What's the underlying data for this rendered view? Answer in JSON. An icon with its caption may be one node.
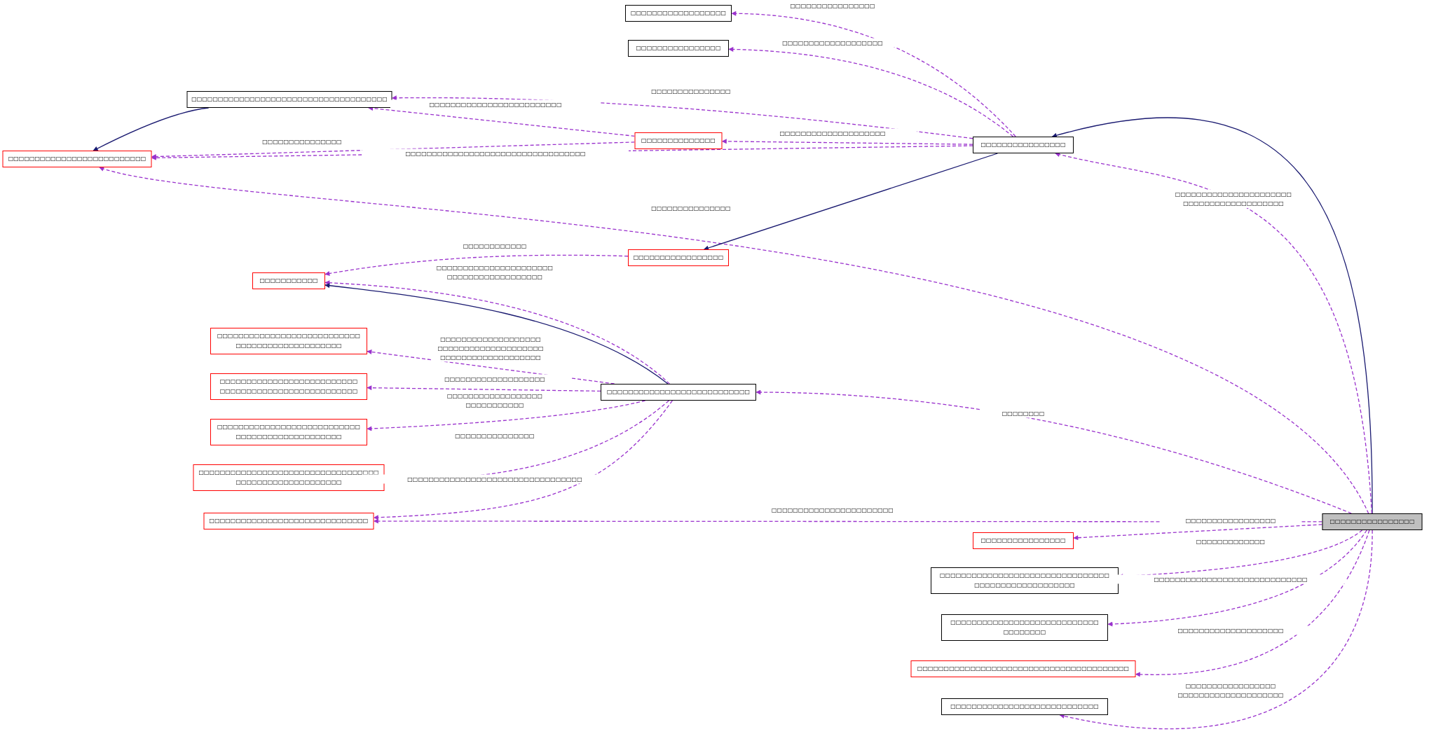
{
  "diagram": {
    "nodes": [
      {
        "text": [
          "□□□□□□□□□□□□□□□□□□"
        ]
      },
      {
        "text": [
          "□□□□□□□□□□□□□□□□"
        ]
      },
      {
        "text": [
          "□□□□□□□□□□□□□□□□□□□□□□□□□□□□□□□□□□□□□"
        ]
      },
      {
        "text": [
          "□□□□□□□□□□□□□□□□□□□□□□□□□□"
        ]
      },
      {
        "text": [
          "□□□□□□□□□□□□□□"
        ]
      },
      {
        "text": [
          "□□□□□□□□□□□□□□□□"
        ]
      },
      {
        "text": [
          "□□□□□□□□□□□□□□□□□"
        ]
      },
      {
        "text": [
          "□□□□□□□□□□□"
        ]
      },
      {
        "text": [
          "□□□□□□□□□□□□□□□□□□□□□□□□□□□ □□□□□□□□□□□□□□□□□□□□"
        ]
      },
      {
        "text": [
          "□□□□□□□□□□□□□□□□□□□□□□□□□□ □□□□□□□□□□□□□□□□□□□□□□□□□□"
        ]
      },
      {
        "text": [
          "□□□□□□□□□□□□□□□□□□□□□□□□□□□ □□□□□□□□□□□□□□□□□□□□"
        ]
      },
      {
        "text": [
          "□□□□□□□□□□□□□□□□□□□□□□□□□□□□□□□□□□ □□□□□□□□□□□□□□□□□□□□"
        ]
      },
      {
        "text": [
          "□□□□□□□□□□□□□□□□□□□□□□□□□□□□□□"
        ]
      },
      {
        "text": [
          "□□□□□□□□□□□□□□□□□□□□□□□□□□□"
        ]
      },
      {
        "text": [
          "□□□□□□□□□□□□□□□□"
        ]
      },
      {
        "text": [
          "□□□□□□□□□□□□□□□□"
        ]
      },
      {
        "text": [
          "□□□□□□□□□□□□□□□□□□□□□□□□□□□□□□□□ □□□□□□□□□□□□□□□□□□□"
        ]
      },
      {
        "text": [
          "□□□□□□□□□□□□□□□□□□□□□□□□□□□□ □□□□□□□□"
        ]
      },
      {
        "text": [
          "□□□□□□□□□□□□□□□□□□□□□□□□□□□□□□□□□□□□□□□□"
        ]
      },
      {
        "text": [
          "□□□□□□□□□□□□□□□□□□□□□□□□□□□□"
        ]
      }
    ],
    "edges": [
      {
        "from": 5,
        "to": 0,
        "arrow": "to",
        "style": "dashed",
        "label": "□□□□□□□□□□□□□□□□"
      },
      {
        "from": 5,
        "to": 1,
        "arrow": "to",
        "style": "dashed",
        "label": "□□□□□□□□□□□□□□□□□□□"
      },
      {
        "from": 5,
        "to": 2,
        "arrow": "to",
        "style": "dashed",
        "label": "□□□□□□□□□□□□□□□"
      },
      {
        "from": 4,
        "to": 2,
        "arrow": "to",
        "style": "dashed",
        "label": "□□□□□□□□□□□□□□□□□□□□□□□□□"
      },
      {
        "from": 5,
        "to": 4,
        "arrow": "to",
        "style": "dashed",
        "label": "□□□□□□□□□□□□□□□□□□□□"
      },
      {
        "from": 4,
        "to": 3,
        "arrow": "to",
        "style": "dashed",
        "label": "□□□□□□□□□□□□□□□"
      },
      {
        "from": 5,
        "to": 3,
        "arrow": "to",
        "style": "dashed",
        "label": "□□□□□□□□□□□□□□□□□□□□□□□□□□□□□□□□□□"
      },
      {
        "from": 2,
        "to": 3,
        "arrow": "to",
        "color": "#191970"
      },
      {
        "from": 14,
        "to": 3,
        "arrow": "to",
        "style": "dashed",
        "label": "□□□□□□□□□□□□□□□"
      },
      {
        "from": 14,
        "to": 5,
        "arrow": "to",
        "color": "#191970"
      },
      {
        "from": 14,
        "to": 5,
        "arrow": "to",
        "style": "dashed",
        "label": "□□□□□□□□□□□□□□□□□□□□□□ □□□□□□□□□□□□□□□□□□□"
      },
      {
        "from": 5,
        "to": 6,
        "arrow": "to",
        "color": "#191970"
      },
      {
        "from": 6,
        "to": 7,
        "arrow": "to",
        "style": "dashed",
        "label": "□□□□□□□□□□□□"
      },
      {
        "from": 13,
        "to": 7,
        "arrow": "to",
        "style": "dashed",
        "label": "□□□□□□□□□□□□□□□□□□□□□□ □□□□□□□□□□□□□□□□□□"
      },
      {
        "from": 13,
        "to": 7,
        "arrow": "to",
        "color": "#191970"
      },
      {
        "from": 13,
        "to": 8,
        "arrow": "to",
        "style": "dashed",
        "label": "□□□□□□□□□□□□□□□□□□□ □□□□□□□□□□□□□□□□□□□□ □□□□□□□□□□□□□□□□□□□"
      },
      {
        "from": 13,
        "to": 9,
        "arrow": "to",
        "style": "dashed",
        "label": "□□□□□□□□□□□□□□□□□□□"
      },
      {
        "from": 13,
        "to": 10,
        "arrow": "to",
        "style": "dashed",
        "label": "□□□□□□□□□□□□□□□□□□ □□□□□□□□□□□"
      },
      {
        "from": 13,
        "to": 11,
        "arrow": "to",
        "style": "dashed",
        "label": "□□□□□□□□□□□□□□□"
      },
      {
        "from": 13,
        "to": 12,
        "arrow": "to",
        "style": "dashed",
        "label": "□□□□□□□□□□□□□□□□□□□□□□□□□□□□□□□□□"
      },
      {
        "from": 14,
        "to": 13,
        "arrow": "to",
        "style": "dashed",
        "label": "□□□□□□□□"
      },
      {
        "from": 14,
        "to": 12,
        "arrow": "to",
        "style": "dashed",
        "label": "□□□□□□□□□□□□□□□□□□□□□□□"
      },
      {
        "from": 14,
        "to": 15,
        "arrow": "to",
        "style": "dashed",
        "label": "□□□□□□□□□□□□□□□□□"
      },
      {
        "from": 14,
        "to": 16,
        "arrow": "to",
        "style": "dashed",
        "label": "□□□□□□□□□□□□□"
      },
      {
        "from": 14,
        "to": 17,
        "arrow": "to",
        "style": "dashed",
        "label": "□□□□□□□□□□□□□□□□□□□□□□□□□□□□□"
      },
      {
        "from": 14,
        "to": 18,
        "arrow": "to",
        "style": "dashed",
        "label": "□□□□□□□□□□□□□□□□□□□□"
      },
      {
        "from": 14,
        "to": 19,
        "arrow": "to",
        "style": "dashed",
        "label": "□□□□□□□□□□□□□□□□□ □□□□□□□□□□□□□□□□□□□□"
      }
    ]
  }
}
